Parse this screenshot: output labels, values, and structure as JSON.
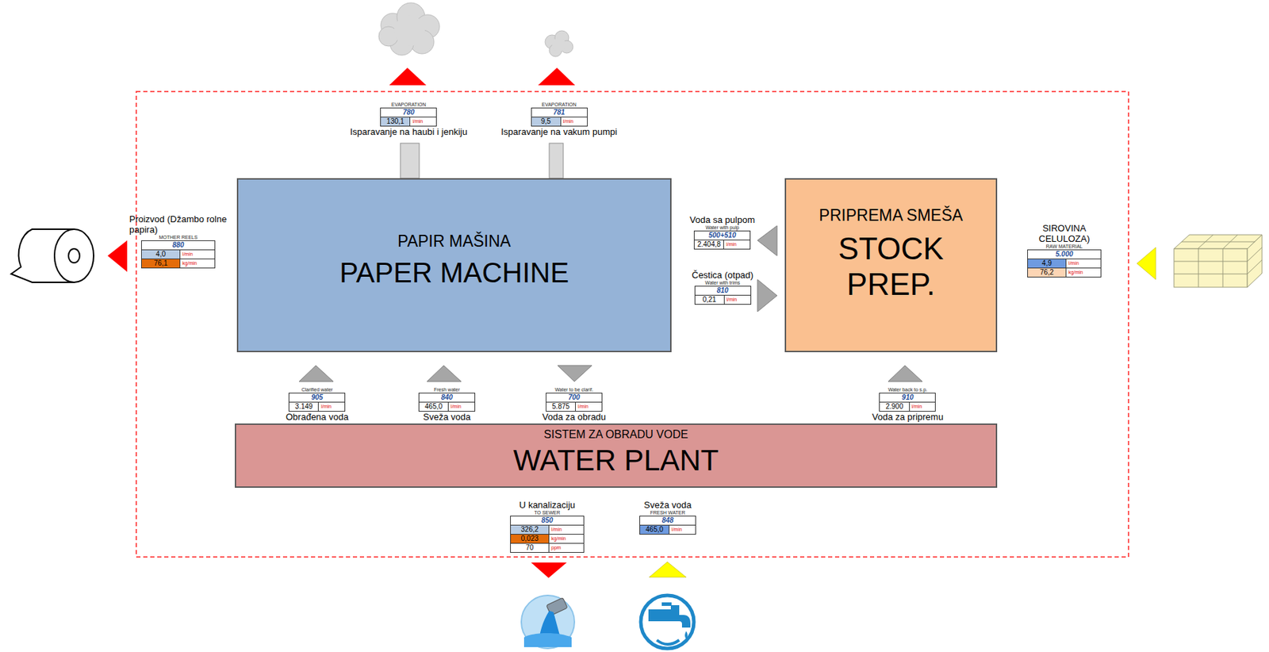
{
  "diagram": {
    "nodes": [
      {
        "text": [
          "Isparavanje na haubi i jenkiju",
          "EVAPORATION",
          "780",
          "130,1",
          "l/min"
        ]
      },
      {
        "text": [
          "Isparavanje na vakum pumpi",
          "EVAPORATION",
          "781",
          "9,5",
          "l/min"
        ]
      },
      {
        "text": [
          "Proizvod (Džambo rolne papira)",
          "MOTHER REELS",
          "880",
          "4,0",
          "l/min",
          "76,1",
          "kg/min"
        ]
      },
      {
        "text": [
          "PAPIR MAŠINA",
          "PAPER MACHINE"
        ]
      },
      {
        "text": [
          "Voda sa pulpom",
          "Water with pulp",
          "500+510",
          "2.404,8",
          "l/min"
        ]
      },
      {
        "text": [
          "Čestica (otpad)",
          "Water with trims",
          "810",
          "0,21",
          "l/min"
        ]
      },
      {
        "text": [
          "PRIPREMA SMEŠA",
          "STOCK PREP."
        ]
      },
      {
        "text": [
          "SIROVINA CELULOZA)",
          "RAW MATERIAL",
          "5.000",
          "4,9",
          "l/min",
          "76,2",
          "kg/min"
        ]
      },
      {
        "text": [
          "Obrađena voda",
          "Clarified water",
          "905",
          "3.149",
          "l/min"
        ]
      },
      {
        "text": [
          "Sveža voda",
          "Fresh water",
          "840",
          "465,0",
          "l/min"
        ]
      },
      {
        "text": [
          "Voda za obradu",
          "Water to be clarif.",
          "700",
          "5.875",
          "l/min"
        ]
      },
      {
        "text": [
          "Voda za pripremu",
          "Water back to s.p.",
          "910",
          "2.900",
          "l/min"
        ]
      },
      {
        "text": [
          "SISTEM ZA OBRADU VODE",
          "WATER PLANT"
        ]
      },
      {
        "text": [
          "U kanalizaciju",
          "TO SEWER",
          "850",
          "326,2",
          "l/min",
          "0,023",
          "kg/min",
          "70",
          "ppm"
        ]
      },
      {
        "text": [
          "Sveža voda",
          "FRESH WATER",
          "848",
          "465,0",
          "l/min"
        ]
      }
    ]
  }
}
